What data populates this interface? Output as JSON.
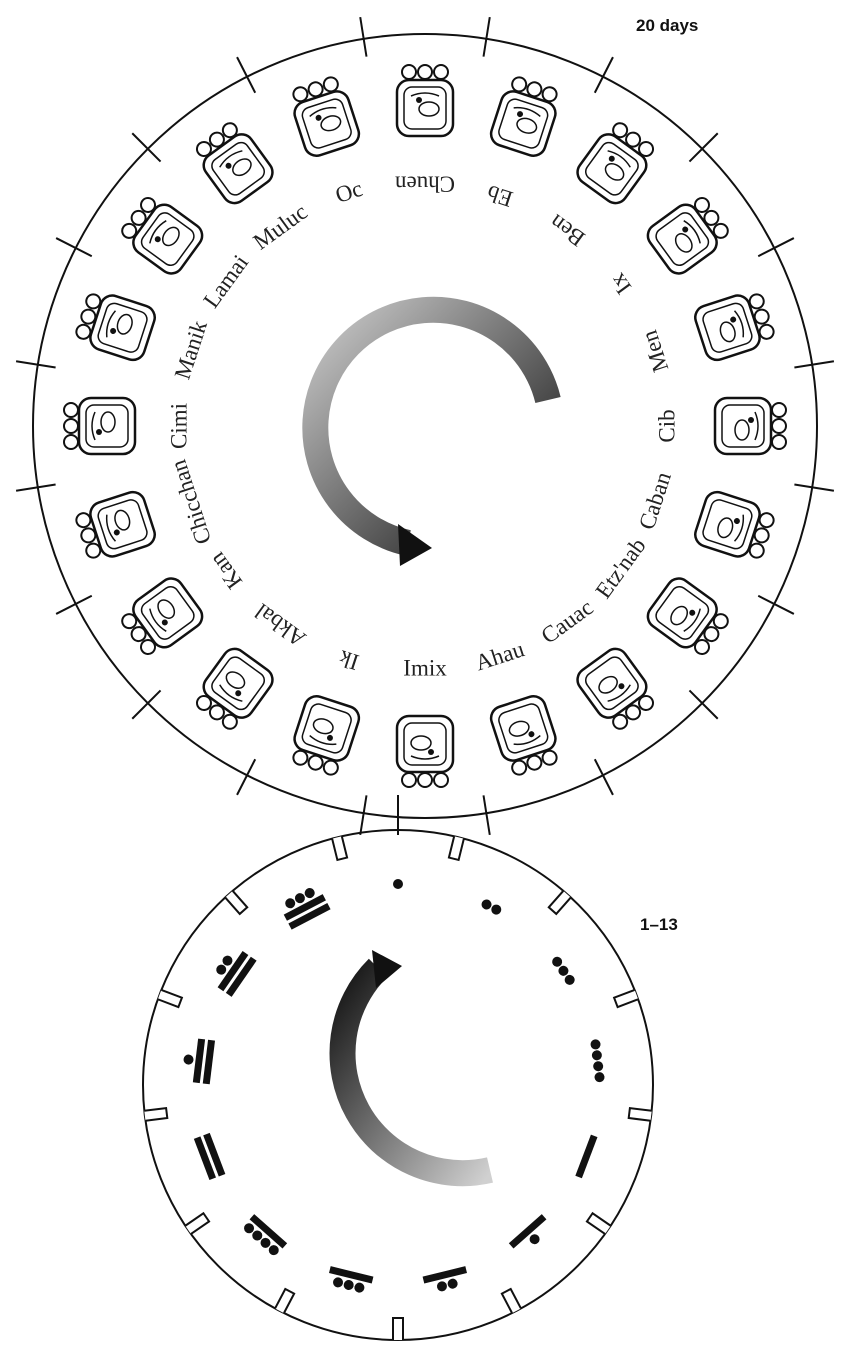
{
  "labels": {
    "day_wheel": "20 days",
    "number_wheel": "1–13"
  },
  "day_names": [
    "Imix",
    "Ik",
    "Akbal",
    "Kan",
    "Chicchan",
    "Cimi",
    "Manik",
    "Lamai",
    "Muluc",
    "Oc",
    "Chuen",
    "Eb",
    "Ben",
    "Ix",
    "Men",
    "Cib",
    "Caban",
    "Etz'nab",
    "Cauac",
    "Ahau"
  ],
  "numbers": [
    1,
    2,
    3,
    4,
    5,
    6,
    7,
    8,
    9,
    10,
    11,
    12,
    13
  ],
  "colors": {
    "ink": "#111111",
    "arrow": "#111111"
  }
}
